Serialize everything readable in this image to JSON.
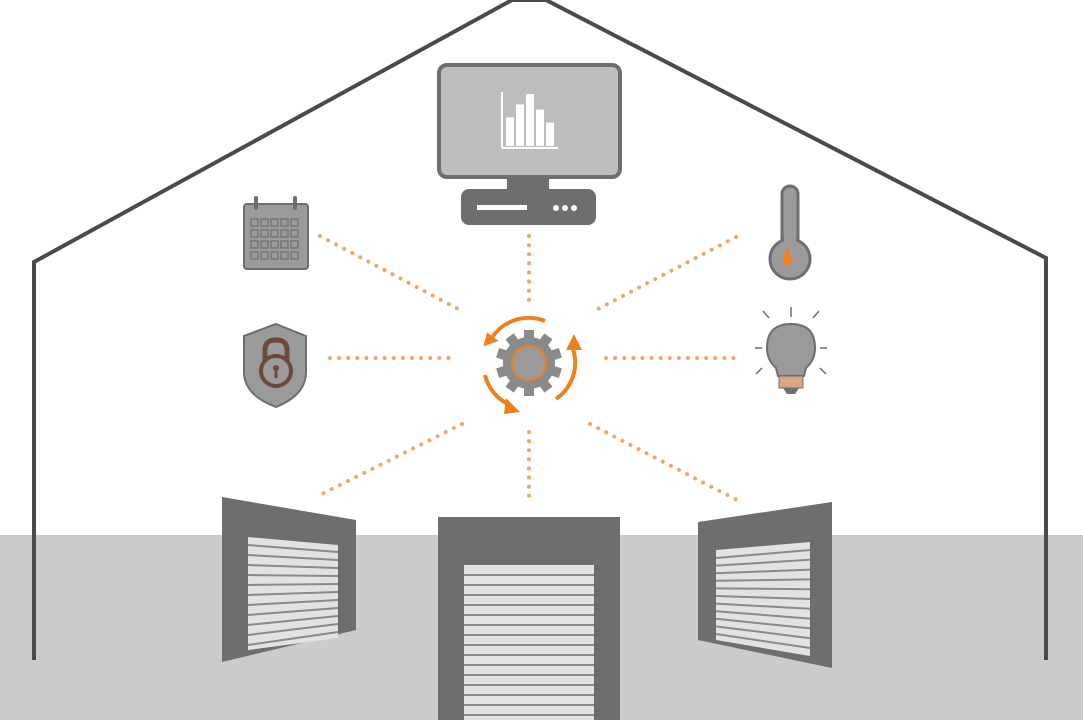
{
  "colors": {
    "background": "#ffffff",
    "floor": "#cbcbcb",
    "outline": "#4a4a4a",
    "icon_dark": "#6e6e6e",
    "icon_mid": "#9a9a9a",
    "icon_light": "#bdbdbd",
    "accent": "#f07f1e",
    "dots": "#f3a56a",
    "lock_brown": "#6b4a3a"
  },
  "icons": {
    "hub": "gear-sync-icon",
    "monitor": "monitor-chart-icon",
    "calendar": "calendar-icon",
    "thermometer": "thermometer-icon",
    "security": "shield-lock-icon",
    "lighting": "lightbulb-icon",
    "doors": "roller-door-icon"
  },
  "chart_bars": [
    0.55,
    0.8,
    1.0,
    0.7,
    0.45
  ]
}
